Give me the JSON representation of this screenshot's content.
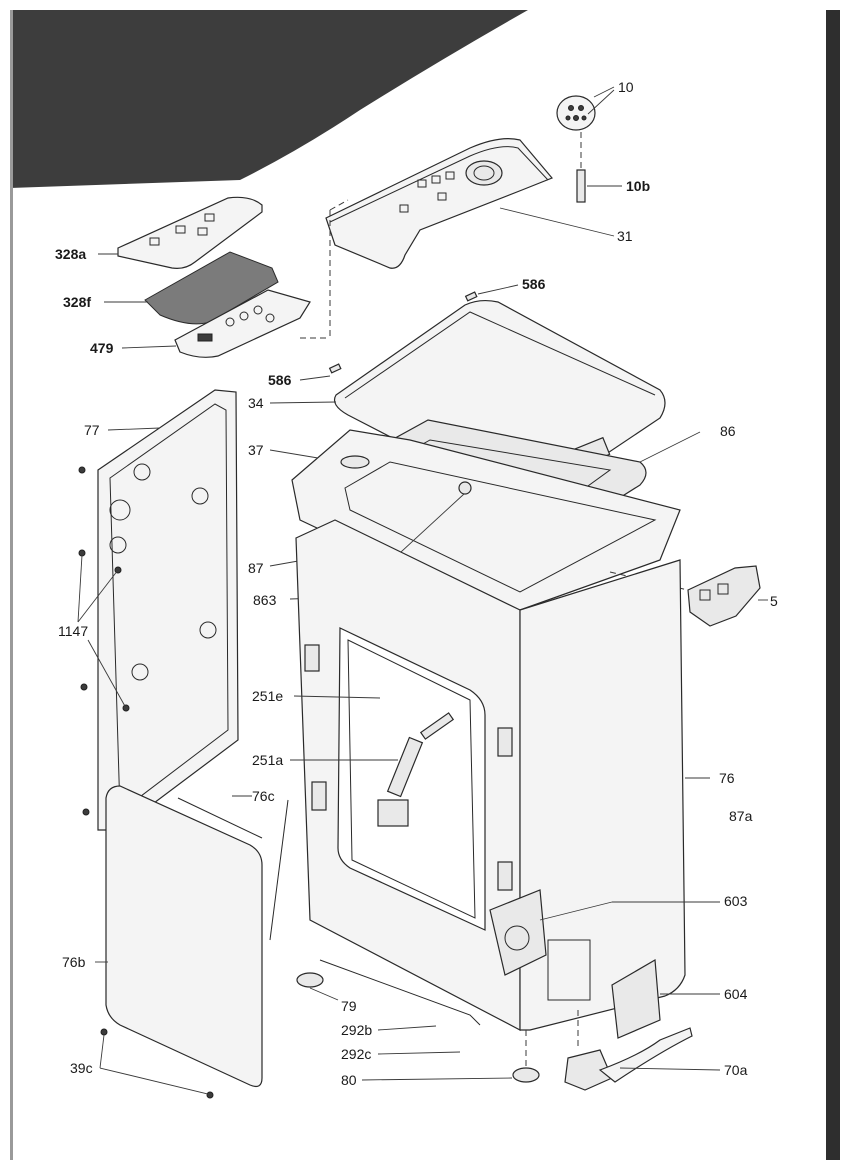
{
  "diagram": {
    "labels": {
      "p10": "10",
      "p10b": "10b",
      "p31": "31",
      "p328a": "328a",
      "p328f": "328f",
      "p479": "479",
      "p586_top": "586",
      "p586_left": "586",
      "p34": "34",
      "p77": "77",
      "p86": "86",
      "p37": "37",
      "p87": "87",
      "p863": "863",
      "p5": "5",
      "p1147": "1147",
      "p251e": "251e",
      "p251a": "251a",
      "p76": "76",
      "p87a": "87a",
      "p76c": "76c",
      "p603": "603",
      "p76b": "76b",
      "p79": "79",
      "p604": "604",
      "p292b": "292b",
      "p292c": "292c",
      "p80": "80",
      "p70a": "70a",
      "p39c": "39c"
    }
  }
}
